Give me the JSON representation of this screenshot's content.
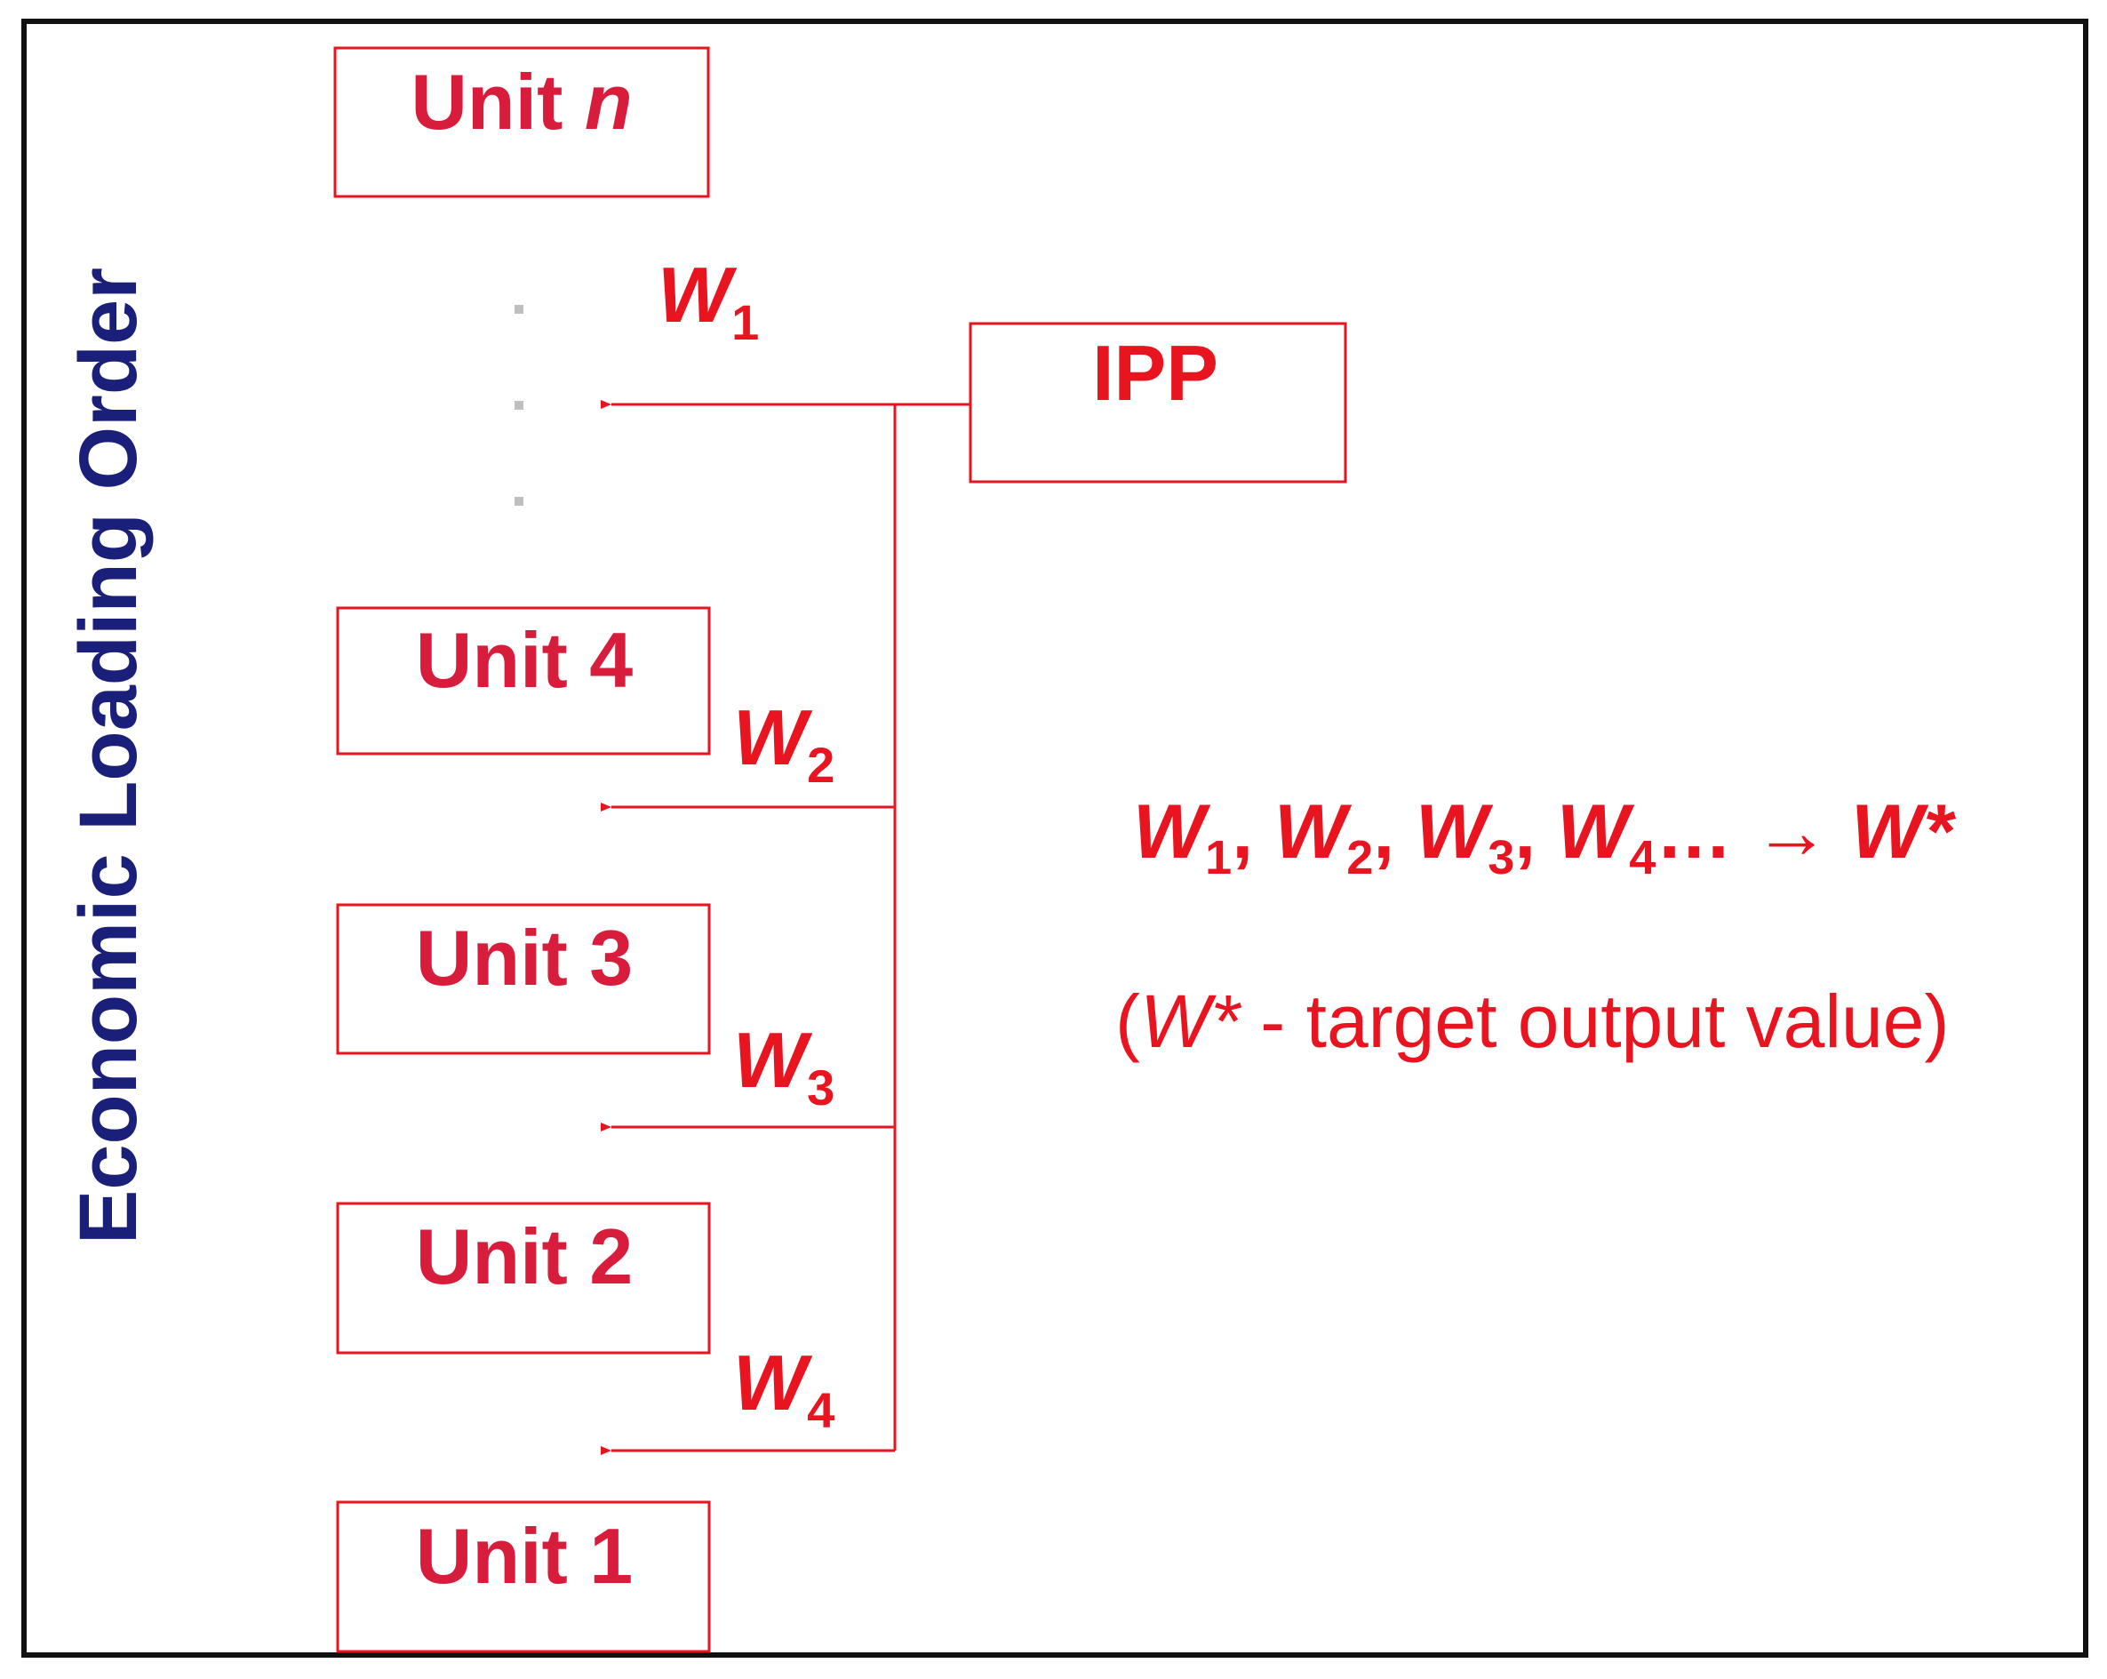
{
  "colors": {
    "frame": "#111111",
    "red": "#e8141f",
    "red_text": "#d81c3c",
    "navy": "#1a1f7a",
    "dots": "#bfbfbf",
    "background": "#ffffff"
  },
  "side_label": "Economic Loading Order",
  "units": [
    {
      "prefix": "Unit",
      "suffix": "n",
      "suffix_italic": true
    },
    {
      "prefix": "Unit",
      "suffix": "4",
      "suffix_italic": false
    },
    {
      "prefix": "Unit",
      "suffix": "3",
      "suffix_italic": false
    },
    {
      "prefix": "Unit",
      "suffix": "2",
      "suffix_italic": false
    },
    {
      "prefix": "Unit",
      "suffix": "1",
      "suffix_italic": false
    }
  ],
  "ipp": {
    "label": "IPP"
  },
  "flows": [
    {
      "symbol": "W",
      "subscript": "1"
    },
    {
      "symbol": "W",
      "subscript": "2"
    },
    {
      "symbol": "W",
      "subscript": "3"
    },
    {
      "symbol": "W",
      "subscript": "4"
    }
  ],
  "formula": {
    "terms": [
      {
        "symbol": "W",
        "subscript": "1",
        "sep": ", "
      },
      {
        "symbol": "W",
        "subscript": "2",
        "sep": ", "
      },
      {
        "symbol": "W",
        "subscript": "3",
        "sep": ", "
      },
      {
        "symbol": "W",
        "subscript": "4",
        "sep": "… "
      }
    ],
    "arrow": "→",
    "target": "W*"
  },
  "note": {
    "open": "(",
    "symbol": "W*",
    "text": " - target output value)"
  }
}
